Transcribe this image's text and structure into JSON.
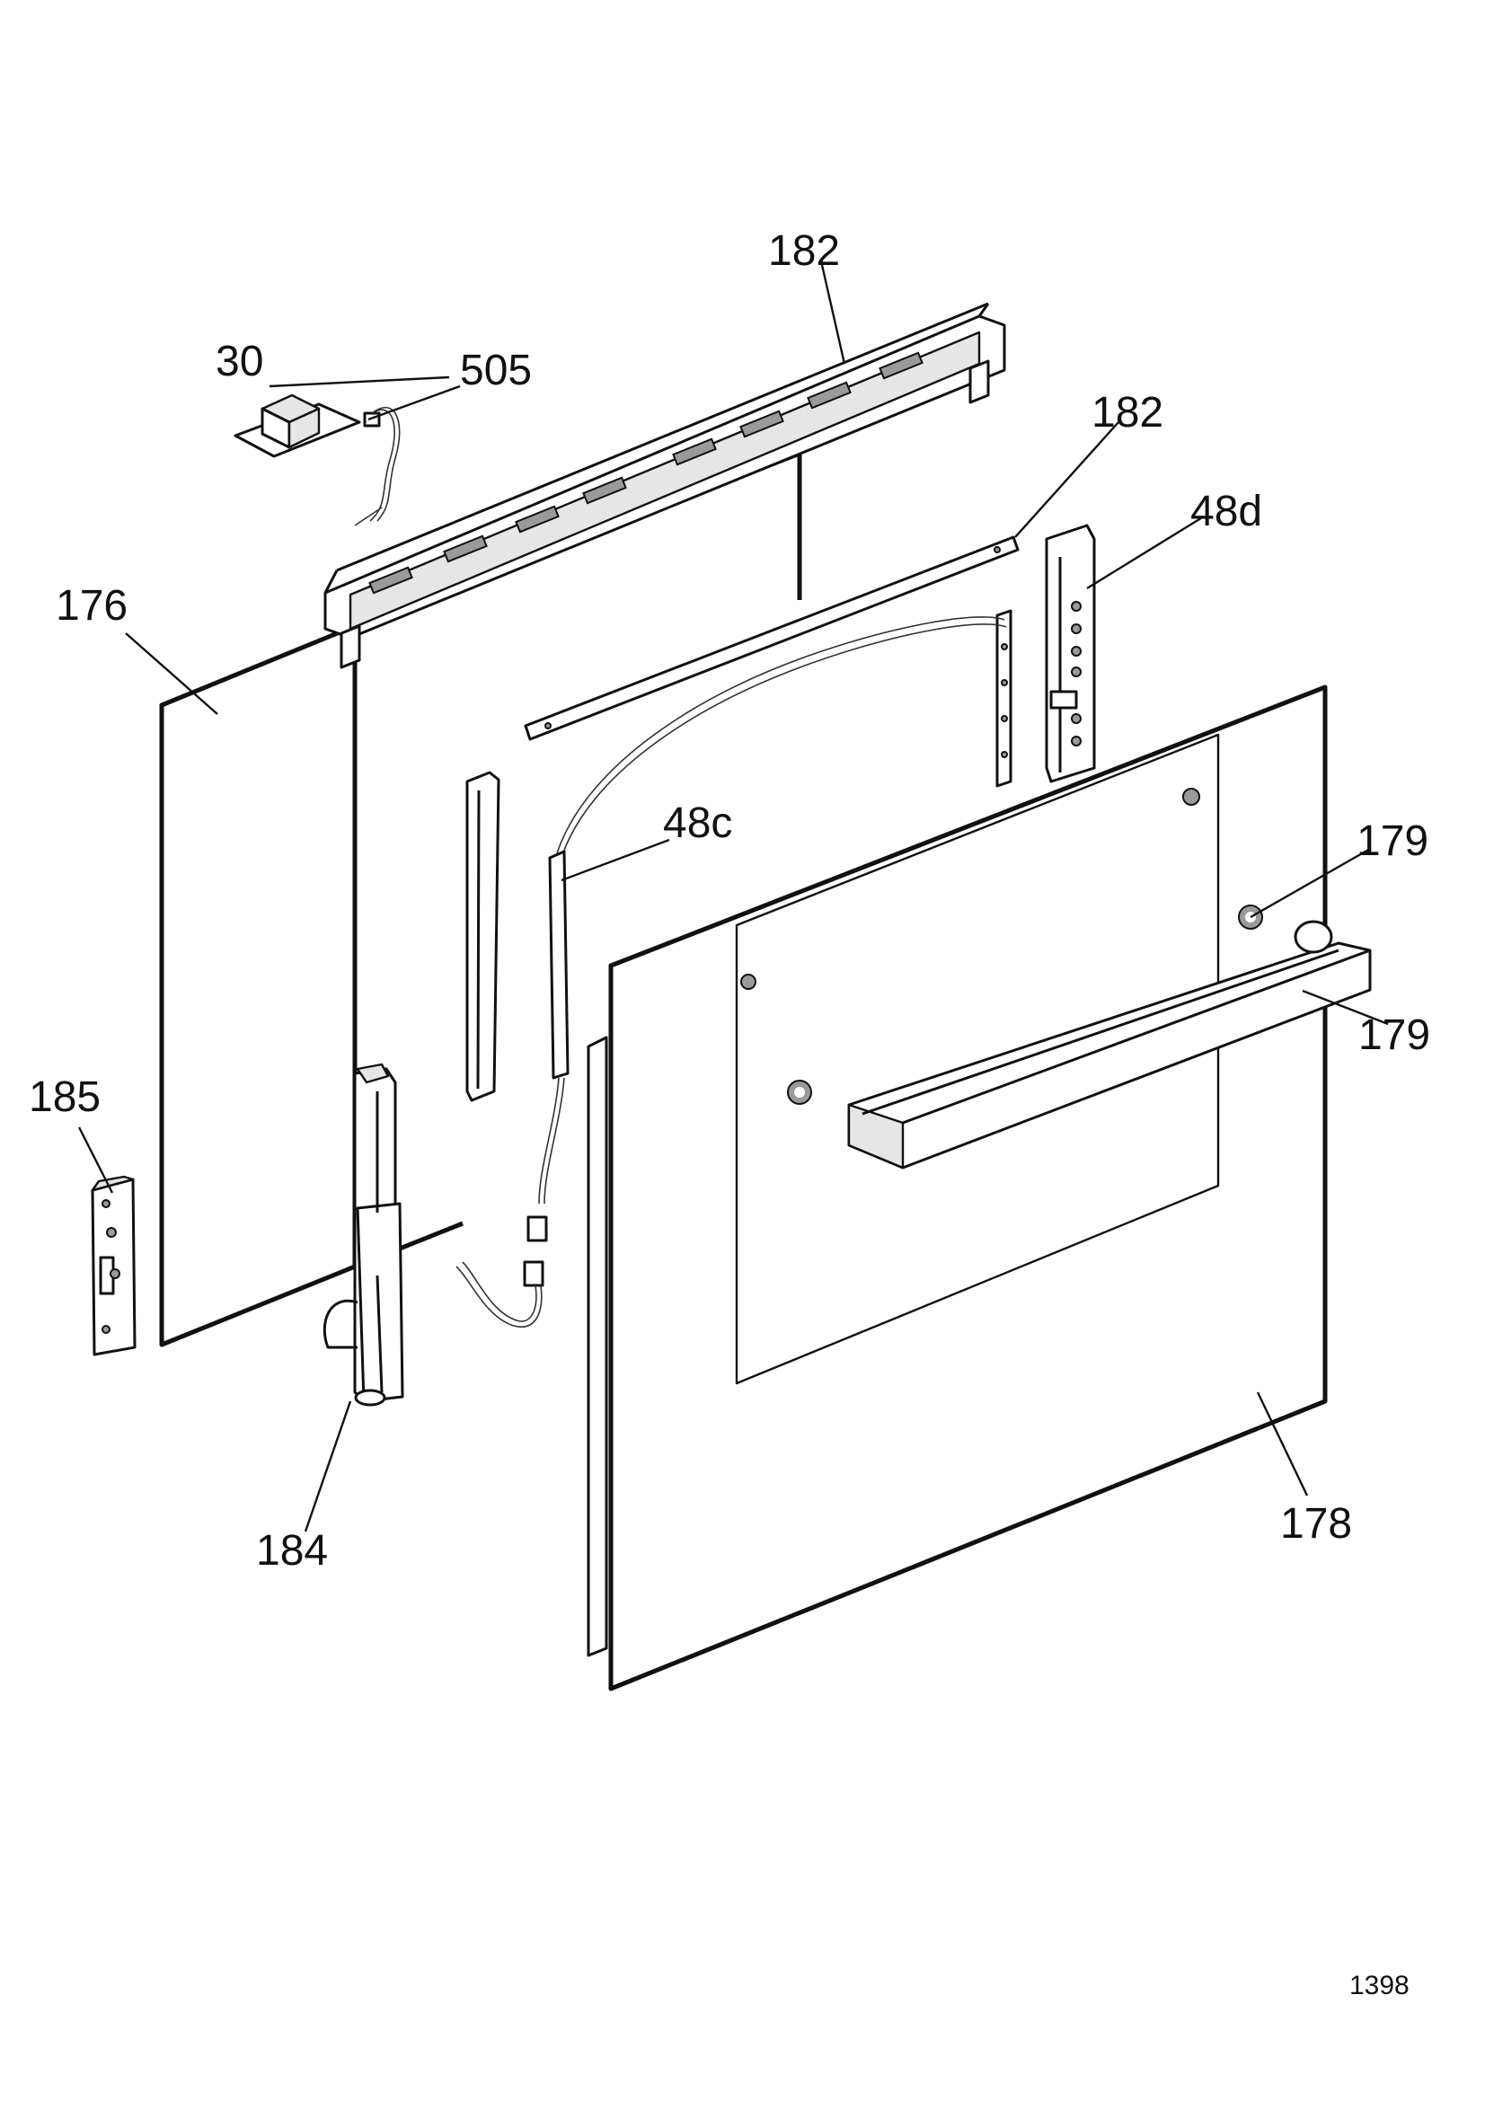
{
  "labels": {
    "l182a": "182",
    "l30": "30",
    "l505": "505",
    "l182b": "182",
    "l48d": "48d",
    "l176": "176",
    "l48c": "48c",
    "l179a": "179",
    "l179b": "179",
    "l185": "185",
    "l184": "184",
    "l178": "178"
  },
  "page_number": "1398"
}
